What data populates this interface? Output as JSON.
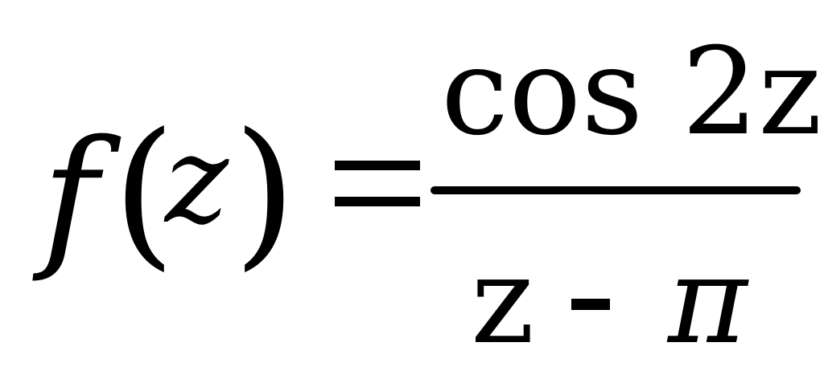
{
  "equation": {
    "lhs": {
      "function_name": "f",
      "open_paren": "(",
      "variable": "z",
      "close_paren": ")"
    },
    "equals": "=",
    "rhs": {
      "numerator": "cos 2z",
      "denominator": {
        "term1": "z",
        "operator": "-",
        "term2": "π"
      }
    }
  }
}
